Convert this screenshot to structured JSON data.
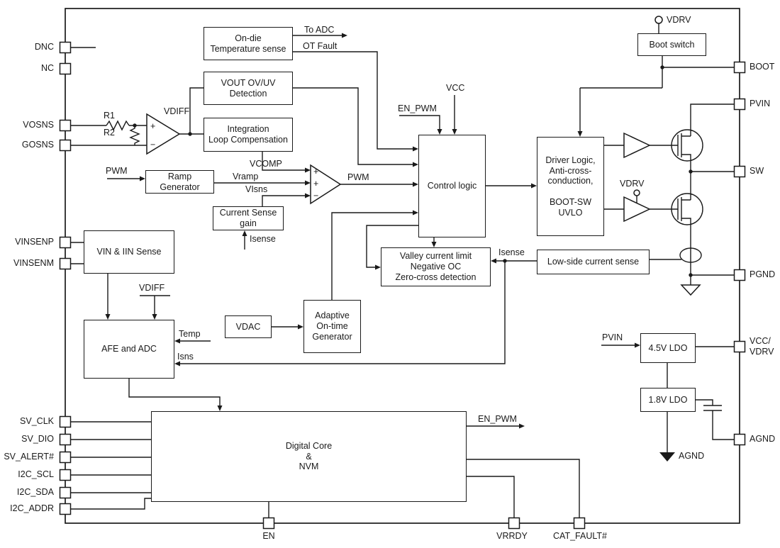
{
  "colors": {
    "line": "#1a1a1a",
    "background": "#ffffff"
  },
  "pins": {
    "left": [
      "DNC",
      "NC",
      "VOSNS",
      "GOSNS",
      "VINSENP",
      "VINSENM",
      "SV_CLK",
      "SV_DIO",
      "SV_ALERT#",
      "I2C_SCL",
      "I2C_SDA",
      "I2C_ADDR"
    ],
    "right": [
      "BOOT",
      "PVIN",
      "SW",
      "PGND",
      "VCC/\nVDRV",
      "AGND"
    ],
    "bottom": [
      "EN",
      "VRRDY",
      "CAT_FAULT#"
    ],
    "top": [
      "VDRV"
    ]
  },
  "blocks": {
    "on_die_temp": "On-die\nTemperature sense",
    "boot_switch": "Boot switch",
    "vout_ovuv": "VOUT OV/UV\nDetection",
    "integration": "Integration\nLoop Compensation",
    "ramp_gen": "Ramp\nGenerator",
    "cs_gain": "Current Sense\ngain",
    "control_logic": "Control logic",
    "driver_logic": "Driver Logic,\nAnti-cross-\nconduction,\n\nBOOT-SW\nUVLO",
    "valley": "Valley current limit\nNegative OC\nZero-cross detection",
    "ls_sense": "Low-side current sense",
    "vin_iin": "VIN & IIN Sense",
    "afe_adc": "AFE and ADC",
    "vdac": "VDAC",
    "aot": "Adaptive\nOn-time\nGenerator",
    "ldo45": "4.5V LDO",
    "ldo18": "1.8V LDO",
    "digital_core": "Digital Core\n&\nNVM"
  },
  "labels": {
    "to_adc": "To ADC",
    "ot_fault": "OT Fault",
    "vdiff_top": "VDIFF",
    "r1": "R1",
    "r2": "R2",
    "pwm_in": "PWM",
    "vcomp": "VCOMP",
    "vramp": "Vramp",
    "visns": "VIsns",
    "isense_gain": "Isense",
    "pwm_out": "PWM",
    "en_pwm_top": "EN_PWM",
    "vcc": "VCC",
    "vdrv_top": "VDRV",
    "vdrv_drv": "VDRV",
    "isense_valley": "Isense",
    "temp": "Temp",
    "isns": "Isns",
    "vdiff_afe": "VDIFF",
    "en_pwm_out": "EN_PWM",
    "pvin_ldo": "PVIN",
    "agnd": "AGND"
  },
  "symbols": {
    "plus": "+",
    "minus": "−",
    "sum_plus_1": "+",
    "sum_plus_2": "+",
    "sum_minus": "−"
  }
}
